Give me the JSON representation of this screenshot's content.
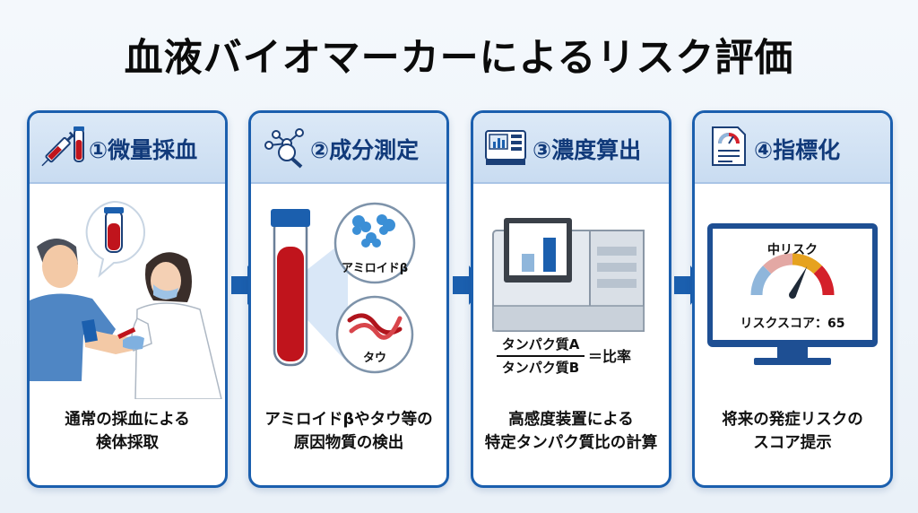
{
  "title": "血液バイオマーカーによるリスク評価",
  "steps": [
    {
      "label": "①微量採血",
      "caption": [
        "通常の採血による",
        "検体採取"
      ]
    },
    {
      "label": "②成分測定",
      "caption": [
        "アミロイドβやタウ等の",
        "原因物質の検出"
      ],
      "markers": [
        "アミロイドβ",
        "タウ"
      ]
    },
    {
      "label": "③濃度算出",
      "caption": [
        "高感度装置による",
        "特定タンパク質比の計算"
      ],
      "formula": {
        "numerator": "タンパク質A",
        "denominator": "タンパク質B",
        "result": "＝比率"
      }
    },
    {
      "label": "④指標化",
      "caption": [
        "将来の発症リスクの",
        "スコア提示"
      ],
      "risk_label": "中リスク",
      "score_text": "リスクスコア：65",
      "score": 65
    }
  ],
  "colors": {
    "primary": "#1b5fae",
    "blood": "#c0141c",
    "gauge_low": "#8fb6db",
    "gauge_mid1": "#e3a8a4",
    "gauge_mid2": "#e6a21f",
    "gauge_high": "#d4202a"
  }
}
